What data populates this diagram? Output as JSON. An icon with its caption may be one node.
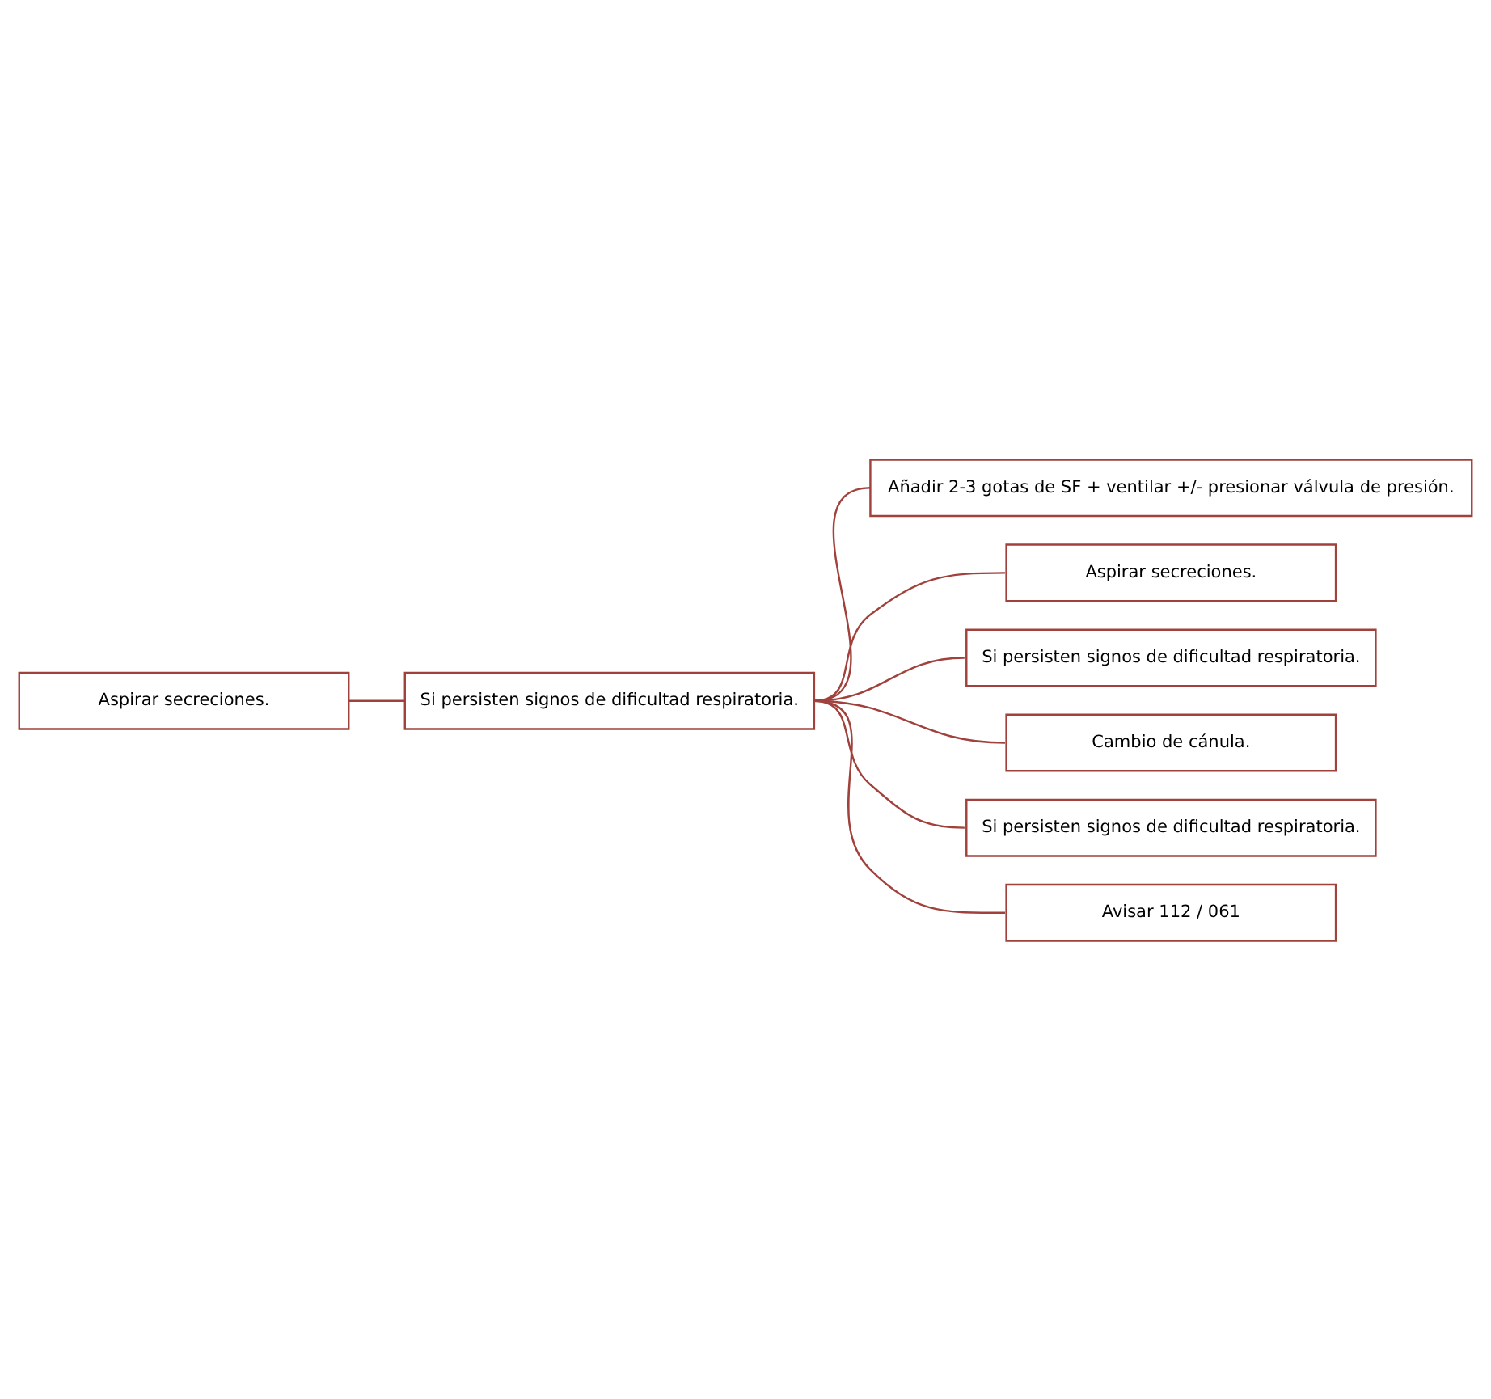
{
  "diagram": {
    "nodes": [
      {
        "text": [
          "Aspirar secreciones."
        ]
      },
      {
        "text": [
          "Si persisten signos de dificultad respiratoria."
        ]
      },
      {
        "text": [
          "Añadir 2-3 gotas de SF + ventilar +/- presionar válvula de presión."
        ]
      },
      {
        "text": [
          "Aspirar secreciones."
        ]
      },
      {
        "text": [
          "Si persisten signos de dificultad respiratoria."
        ]
      },
      {
        "text": [
          "Cambio de cánula."
        ]
      },
      {
        "text": [
          "Si persisten signos de dificultad respiratoria."
        ]
      },
      {
        "text": [
          "Avisar 112 / 061"
        ]
      }
    ],
    "edges": [
      {
        "from": 0,
        "to": 1,
        "arrow": "none"
      },
      {
        "from": 1,
        "to": 2,
        "arrow": "none"
      },
      {
        "from": 1,
        "to": 3,
        "arrow": "none"
      },
      {
        "from": 1,
        "to": 4,
        "arrow": "none"
      },
      {
        "from": 1,
        "to": 5,
        "arrow": "none"
      },
      {
        "from": 1,
        "to": 6,
        "arrow": "none"
      },
      {
        "from": 1,
        "to": 7,
        "arrow": "none"
      }
    ]
  }
}
